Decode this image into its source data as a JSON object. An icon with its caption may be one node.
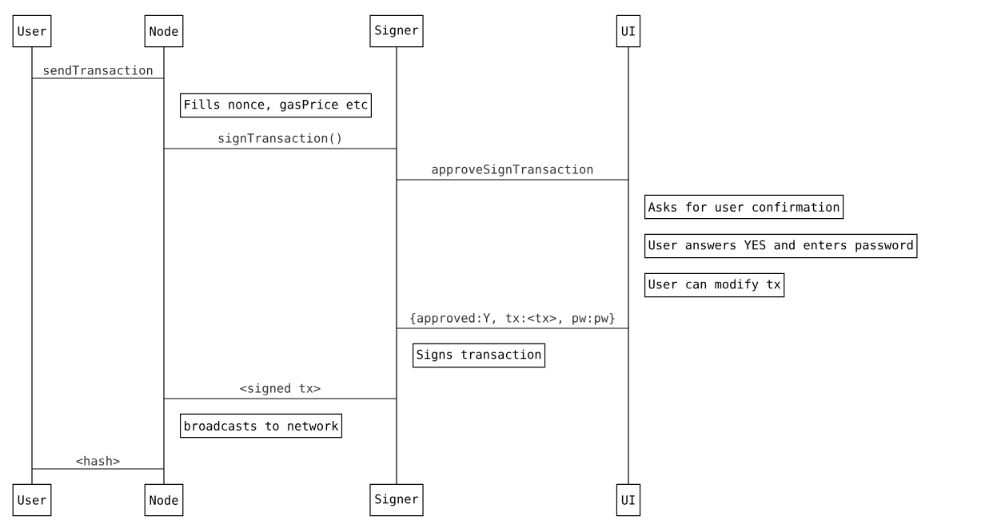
{
  "diagram": {
    "nodes": [
      {
        "text": [
          "User"
        ]
      },
      {
        "text": [
          "Node"
        ]
      },
      {
        "text": [
          "Signer"
        ]
      },
      {
        "text": [
          "UI"
        ]
      },
      {
        "text": [
          "User"
        ]
      },
      {
        "text": [
          "Node"
        ]
      },
      {
        "text": [
          "Signer"
        ]
      },
      {
        "text": [
          "UI"
        ]
      },
      {
        "text": [],
        "shape": "bar"
      },
      {
        "text": [],
        "shape": "bar"
      },
      {
        "text": [],
        "shape": "bar"
      },
      {
        "text": [],
        "shape": "bar"
      },
      {
        "text": [
          "Fills nonce, gasPrice etc"
        ]
      },
      {
        "text": [
          "Asks for user confirmation"
        ]
      },
      {
        "text": [
          "User answers YES and enters password"
        ]
      },
      {
        "text": [
          "User can modify tx"
        ]
      },
      {
        "text": [
          "Signs transaction"
        ]
      },
      {
        "text": [
          "broadcasts to network"
        ]
      }
    ],
    "edges": [
      {
        "from": 8,
        "to": 9,
        "arrow": "none",
        "label": "sendTransaction"
      },
      {
        "from": 9,
        "to": 10,
        "arrow": "none",
        "label": "signTransaction()"
      },
      {
        "from": 10,
        "to": 11,
        "arrow": "none",
        "label": "approveSignTransaction"
      },
      {
        "from": 11,
        "to": 10,
        "arrow": "none",
        "label": "{approved:Y, tx:<tx>, pw:pw}"
      },
      {
        "from": 10,
        "to": 9,
        "arrow": "none",
        "label": "<signed tx>"
      },
      {
        "from": 9,
        "to": 8,
        "arrow": "none",
        "label": "<hash>"
      }
    ]
  }
}
